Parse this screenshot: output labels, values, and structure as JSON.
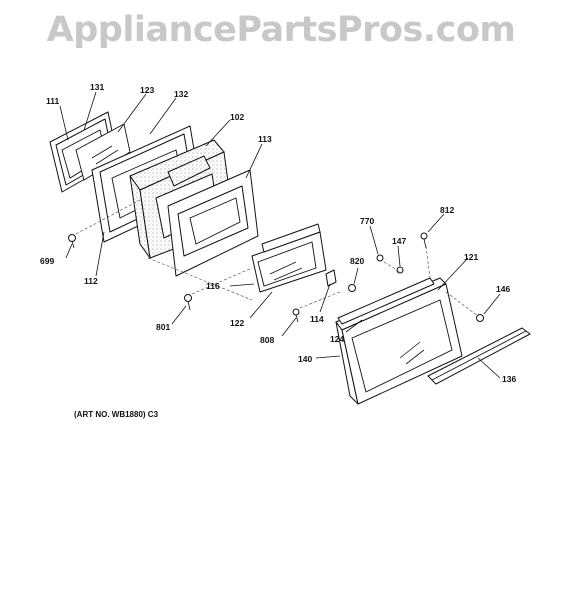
{
  "watermark": "AppliancePartsPros.com",
  "diagram": {
    "caption": "(ART NO. WB1880) C3",
    "labels": {
      "p111": "111",
      "p131": "131",
      "p123": "123",
      "p132": "132",
      "p102": "102",
      "p113": "113",
      "p699": "699",
      "p112": "112",
      "p116": "116",
      "p801": "801",
      "p122": "122",
      "p808": "808",
      "p114": "114",
      "p820": "820",
      "p770": "770",
      "p147": "147",
      "p812": "812",
      "p121": "121",
      "p146": "146",
      "p124": "124",
      "p140": "140",
      "p136": "136"
    }
  }
}
